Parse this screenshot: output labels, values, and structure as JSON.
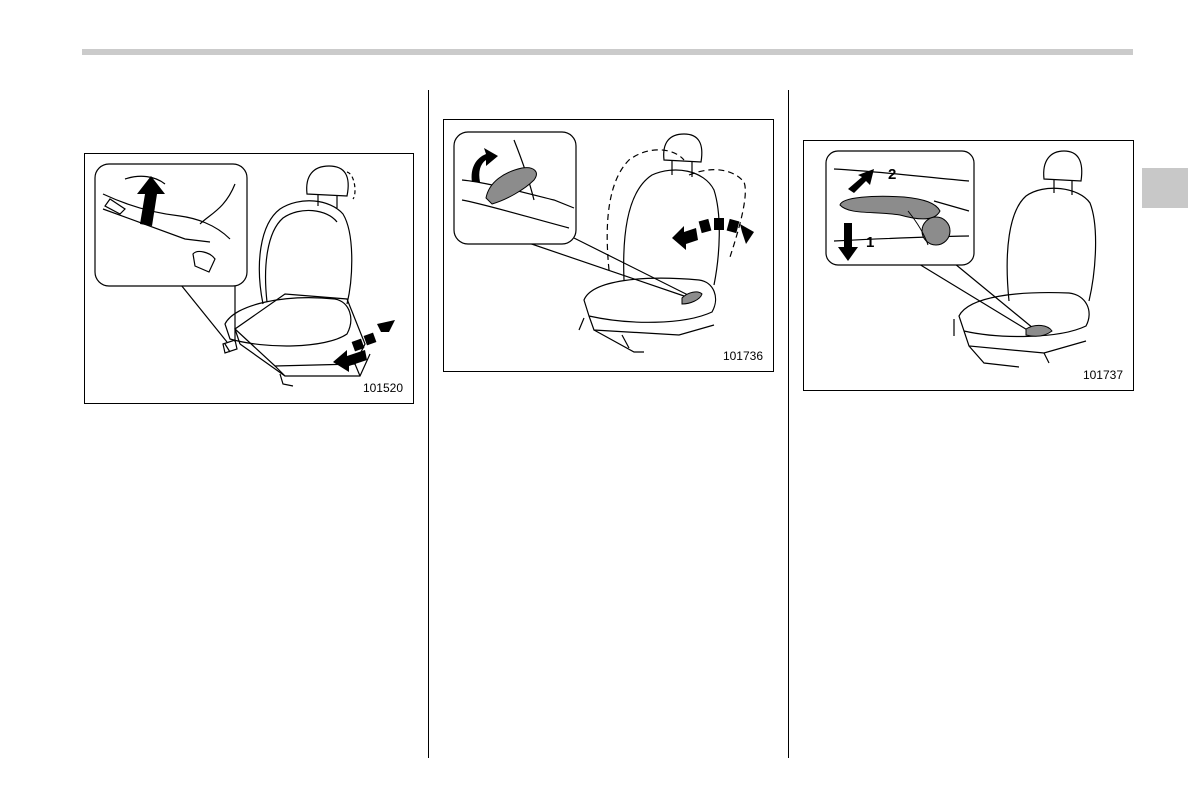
{
  "figures": [
    {
      "code": "101520"
    },
    {
      "code": "101736"
    },
    {
      "code": "101737",
      "arrow_labels": [
        "1",
        "2"
      ]
    }
  ],
  "colors": {
    "rule": "#cbcbcb",
    "side_tab": "#c8c8c8",
    "lever": "#8c8c8c"
  }
}
